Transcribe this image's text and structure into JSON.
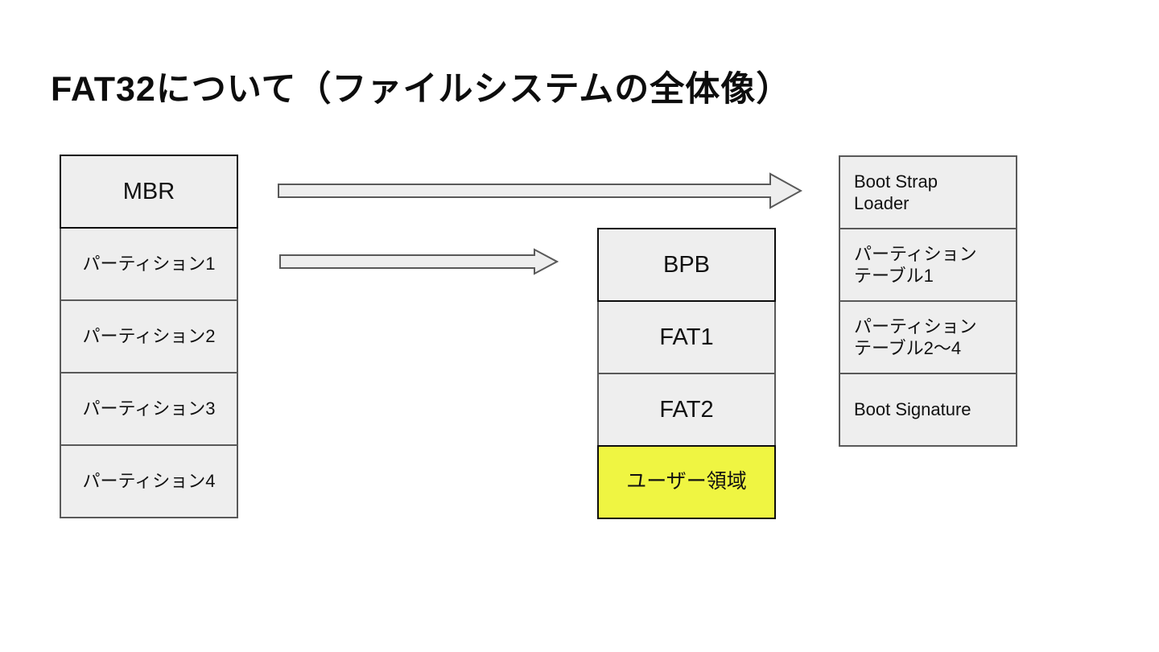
{
  "slide": {
    "title": "FAT32について（ファイルシステムの全体像）"
  },
  "colors": {
    "background": "#ffffff",
    "box_fill": "#eeeeee",
    "box_border": "#595959",
    "emphasis_border": "#0d0d0d",
    "highlight_fill": "#eff542",
    "text": "#111111"
  },
  "mbr_column": {
    "cells": [
      {
        "label": "MBR"
      },
      {
        "label": "パーティション1"
      },
      {
        "label": "パーティション2"
      },
      {
        "label": "パーティション3"
      },
      {
        "label": "パーティション4"
      }
    ]
  },
  "volume_column": {
    "cells": [
      {
        "label": "BPB"
      },
      {
        "label": "FAT1"
      },
      {
        "label": "FAT2"
      },
      {
        "label": "ユーザー領域"
      }
    ]
  },
  "detail_column": {
    "cells": [
      {
        "label": "Boot Strap\nLoader"
      },
      {
        "label": "パーティション\nテーブル1"
      },
      {
        "label": "パーティション\nテーブル2～4"
      },
      {
        "label": "Boot Signature"
      }
    ]
  },
  "icons": {
    "arrow_top": "right-block-arrow",
    "arrow_middle": "right-block-arrow"
  }
}
